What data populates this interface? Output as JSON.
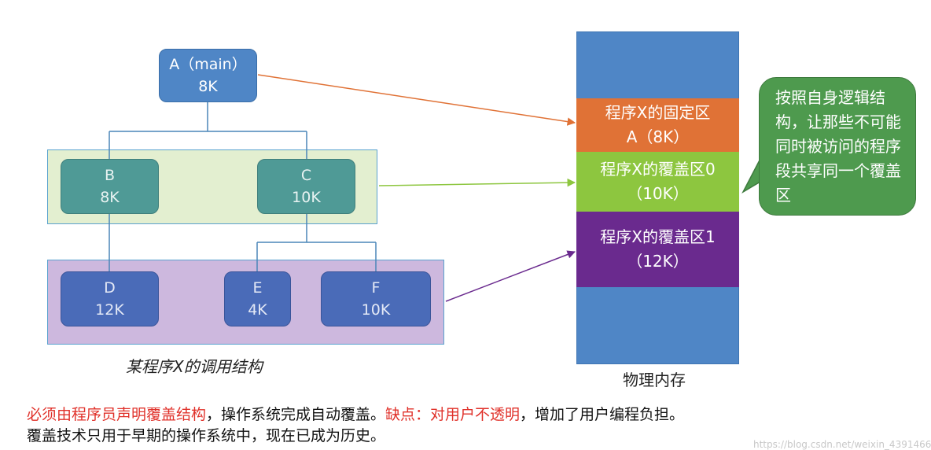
{
  "nodes": {
    "A": {
      "name": "A（main）",
      "size": "8K"
    },
    "B": {
      "name": "B",
      "size": "8K"
    },
    "C": {
      "name": "C",
      "size": "10K"
    },
    "D": {
      "name": "D",
      "size": "12K"
    },
    "E": {
      "name": "E",
      "size": "4K"
    },
    "F": {
      "name": "F",
      "size": "10K"
    }
  },
  "diagram_caption": "某程序X的调用结构",
  "memory": {
    "label": "物理内存",
    "fixed": {
      "title": "程序X的固定区",
      "detail": "A（8K）"
    },
    "overlay0": {
      "title": "程序X的覆盖区0",
      "detail": "（10K）"
    },
    "overlay1": {
      "title": "程序X的覆盖区1",
      "detail": "（12K）"
    }
  },
  "callout": "按照自身逻辑结构，让那些不可能同时被访问的程序段共享同一个覆盖区",
  "footer": {
    "line1_red1": "必须由程序员声明覆盖结构",
    "line1_black1": "，操作系统完成自动覆盖。",
    "line1_red2": "缺点：对用户不透明",
    "line1_black2": "，增加了用户编程负担。",
    "line2": "覆盖技术只用于早期的操作系统中，现在已成为历史。"
  },
  "watermark": "https://blog.csdn.net/weixin_4391466",
  "colors": {
    "fixed_region": "#e07236",
    "overlay0_region": "#8dc63f",
    "overlay1_region": "#6a2a8e",
    "memory": "#4f86c6",
    "callout": "#4e9a4e",
    "highlight_text": "#e0312a"
  }
}
